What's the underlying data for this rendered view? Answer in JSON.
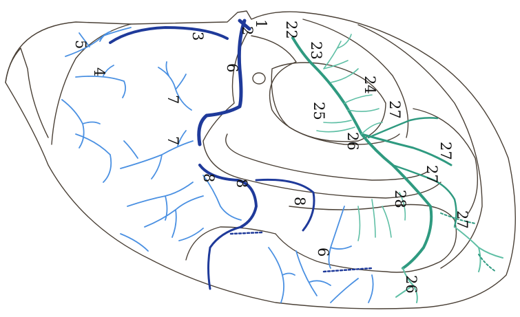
{
  "colors": {
    "outline": "#4a4036",
    "deep_vein": "#1f3a9a",
    "superficial_vein": "#4a90e2",
    "teal_vessel": "#2f9a80",
    "light_teal": "#5fbfa5",
    "label": "#111111"
  },
  "labels": {
    "n1": "1",
    "n2": "2",
    "n3": "3",
    "n4": "4",
    "n5": "5",
    "n6a": "6",
    "n6b": "6",
    "n7a": "7",
    "n7b": "7",
    "n8a": "8",
    "n8b": "8",
    "n8c": "8",
    "n22": "22",
    "n23": "23",
    "n24": "24",
    "n25": "25",
    "n26a": "26",
    "n26b": "26",
    "n27a": "27",
    "n27b": "27",
    "n27c": "27",
    "n27d": "27",
    "n28": "28"
  }
}
